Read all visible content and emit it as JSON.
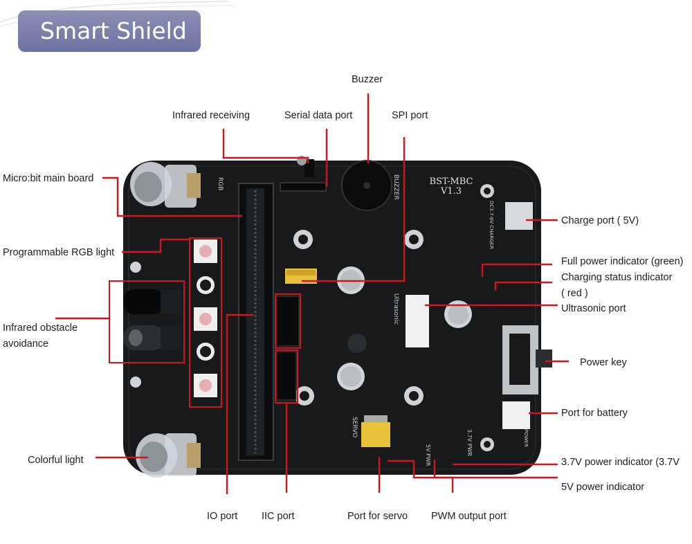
{
  "title": "Smart Shield",
  "board": {
    "model": "BST-MBC",
    "version": "V1.3",
    "silk_buzzer": "BUZZER",
    "silk_ultrasonic": "Ultrasonic",
    "silk_servo": "SERVO",
    "silk_rgb": "RGB",
    "silk_charger": "DC3.7-6V CHARGER",
    "silk_5v_pwr": "5V PWR",
    "silk_37v_pwr": "3.7V PWR",
    "silk_power": "POWER"
  },
  "labels": {
    "buzzer": "Buzzer",
    "infrared_receiving": "Infrared receiving",
    "serial_data_port": "Serial data port",
    "spi_port": "SPI port",
    "microbit_main_board": "Micro:bit main board",
    "programmable_rgb_light": "Programmable RGB light",
    "infrared_obstacle_avoidance_1": "Infrared obstacle",
    "infrared_obstacle_avoidance_2": "avoidance",
    "colorful_light": "Colorful light",
    "charge_port": "Charge port ( 5V)",
    "full_power_indicator": "Full power indicator (green)",
    "charging_status_indicator_1": "Charging status indicator",
    "charging_status_indicator_2": "( red )",
    "ultrasonic_port": "Ultrasonic port",
    "power_key": "Power key",
    "port_for_battery": "Port for battery",
    "power_indicator_37v": "3.7V power indicator  (3.7V",
    "power_indicator_5v": "5V power indicator",
    "io_port": "IO port",
    "iic_port": "IIC port",
    "port_for_servo": "Port for servo",
    "pwm_output_port": "PWM output port"
  },
  "colors": {
    "title_bg": "#7479a5",
    "callout_red": "#d0161b",
    "pcb_black": "#17191b",
    "header_yellow": "#e9c23a"
  }
}
